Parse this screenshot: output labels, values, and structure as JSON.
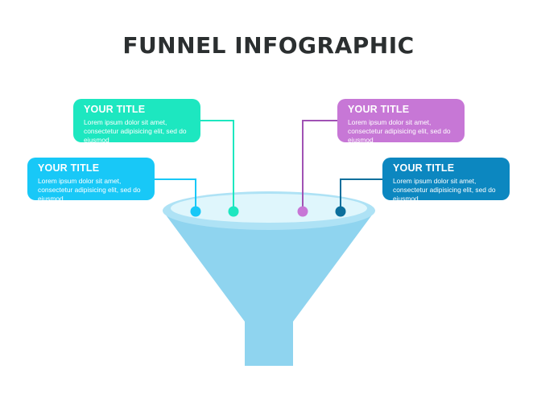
{
  "title": "FUNNEL INFOGRAPHIC",
  "colors": {
    "teal": "#1de7c0",
    "cyan": "#18c8f7",
    "purple": "#c777d6",
    "blue": "#0c87c0",
    "funnel_body": "#8fd4ef",
    "funnel_rim": "#aee2f5",
    "funnel_inner": "#dff6fc"
  },
  "steps": [
    {
      "id": "top-left",
      "title": "YOUR TITLE",
      "text": "Lorem ipsum dolor sit amet, consectetur adipisicing elit, sed do eiusmod",
      "color": "#1de7c0"
    },
    {
      "id": "left",
      "title": "YOUR TITLE",
      "text": "Lorem ipsum dolor sit amet, consectetur adipisicing elit, sed do eiusmod",
      "color": "#18c8f7"
    },
    {
      "id": "top-right",
      "title": "YOUR TITLE",
      "text": "Lorem ipsum dolor sit amet, consectetur adipisicing elit, sed do eiusmod",
      "color": "#c777d6"
    },
    {
      "id": "right",
      "title": "YOUR TITLE",
      "text": "Lorem ipsum dolor sit amet, consectetur adipisicing elit, sed do eiusmod",
      "color": "#0c87c0"
    }
  ]
}
